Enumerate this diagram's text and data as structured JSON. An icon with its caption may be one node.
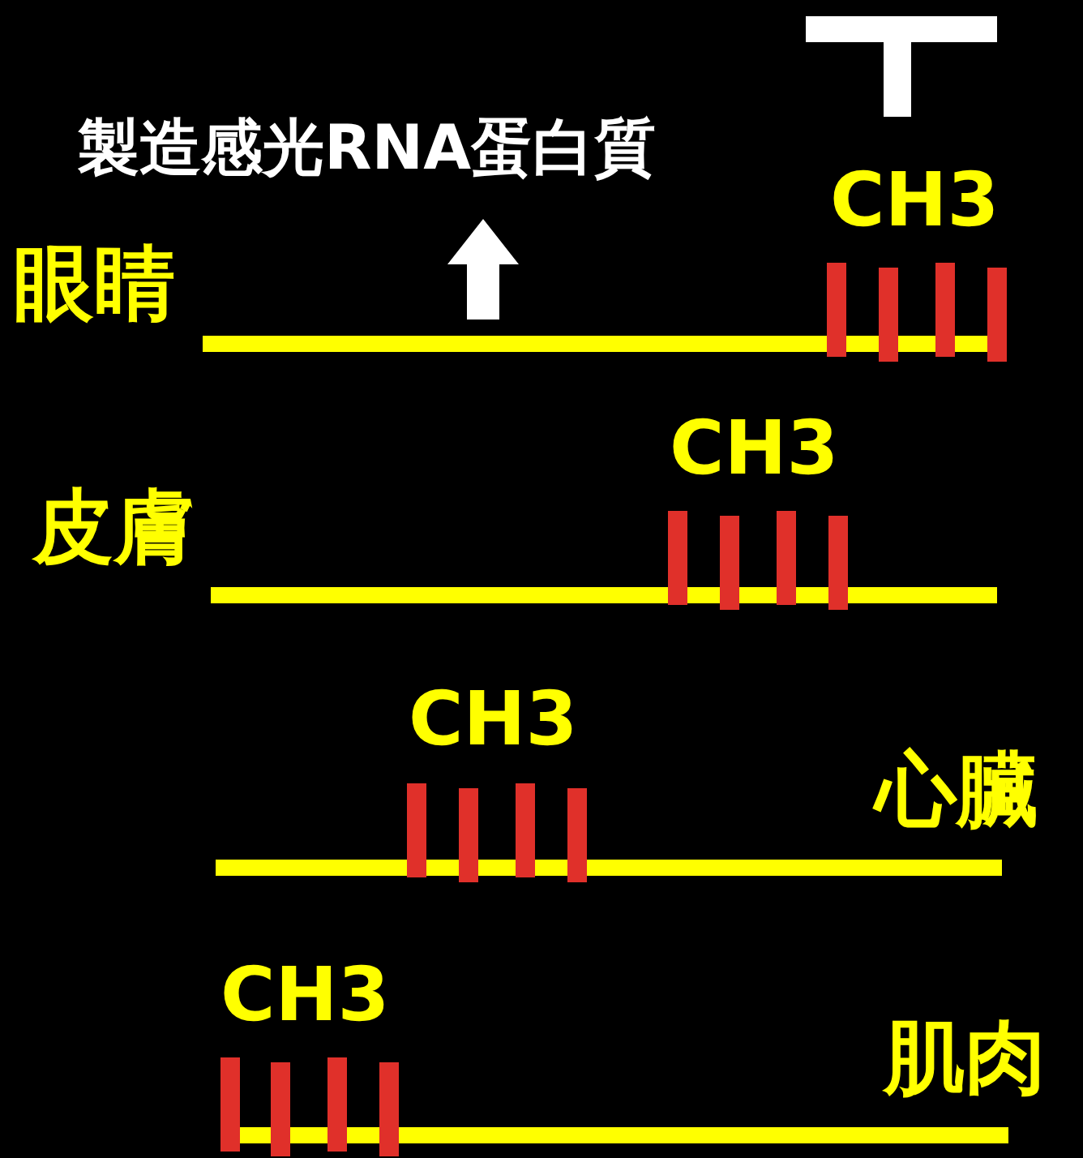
{
  "diagram": {
    "labels": [
      "製造感光RNA蛋白質",
      "CH3",
      "眼睛",
      "CH3",
      "皮膚",
      "CH3",
      "心臟",
      "CH3",
      "肌肉"
    ]
  }
}
